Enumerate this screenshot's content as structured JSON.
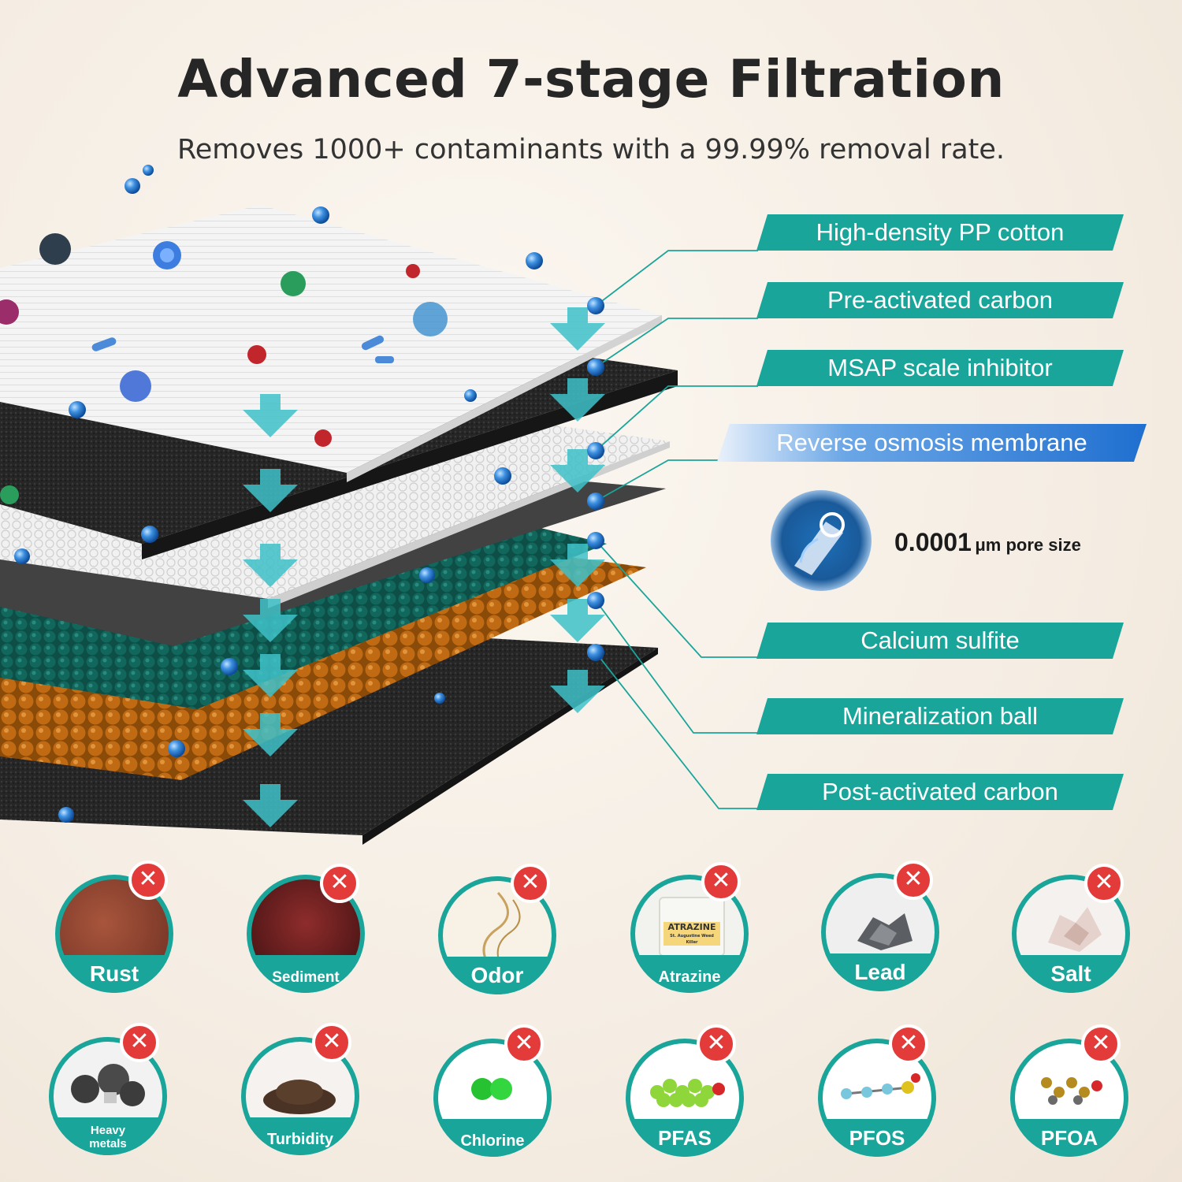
{
  "title": "Advanced 7-stage Filtration",
  "subtitle": "Removes 1000+ contaminants with a 99.99% removal rate.",
  "stages": [
    {
      "label": "High-density PP cotton"
    },
    {
      "label": "Pre-activated carbon"
    },
    {
      "label": "MSAP scale inhibitor"
    },
    {
      "label": "Reverse osmosis membrane"
    },
    {
      "label": "Calcium sulfite"
    },
    {
      "label": "Mineralization ball"
    },
    {
      "label": "Post-activated carbon"
    }
  ],
  "pore": {
    "value": "0.0001",
    "unit": "μm pore size"
  },
  "contaminants_row1": [
    {
      "label": "Rust",
      "icon": "rust-icon",
      "color": "#8a4a35"
    },
    {
      "label": "Sediment",
      "icon": "sediment-icon",
      "color": "#6e1d1d"
    },
    {
      "label": "Odor",
      "icon": "odor-icon",
      "color": "#f3e6cc"
    },
    {
      "label": "Atrazine",
      "icon": "atrazine-icon",
      "color": "#f1f1ec"
    },
    {
      "label": "Lead",
      "icon": "lead-icon",
      "color": "#eeeeee"
    },
    {
      "label": "Salt",
      "icon": "salt-icon",
      "color": "#f4f1ee"
    }
  ],
  "contaminants_row2": [
    {
      "label": "Heavy\nmetals",
      "icon": "heavy-metals-icon",
      "color": "#f2f2f2"
    },
    {
      "label": "Turbidity",
      "icon": "turbidity-icon",
      "color": "#f5f2ef"
    },
    {
      "label": "Chlorine",
      "icon": "chlorine-icon",
      "color": "#ffffff"
    },
    {
      "label": "PFAS",
      "icon": "pfas-icon",
      "color": "#ffffff"
    },
    {
      "label": "PFOS",
      "icon": "pfos-icon",
      "color": "#ffffff"
    },
    {
      "label": "PFOA",
      "icon": "pfoa-icon",
      "color": "#ffffff"
    }
  ],
  "atrazine_label": {
    "line1": "ATRAZINE",
    "line2": "St. Augustine Weed Killer"
  },
  "colors": {
    "teal": "#1aa59a",
    "blue": "#1f6fd0",
    "red": "#e33a3a"
  }
}
